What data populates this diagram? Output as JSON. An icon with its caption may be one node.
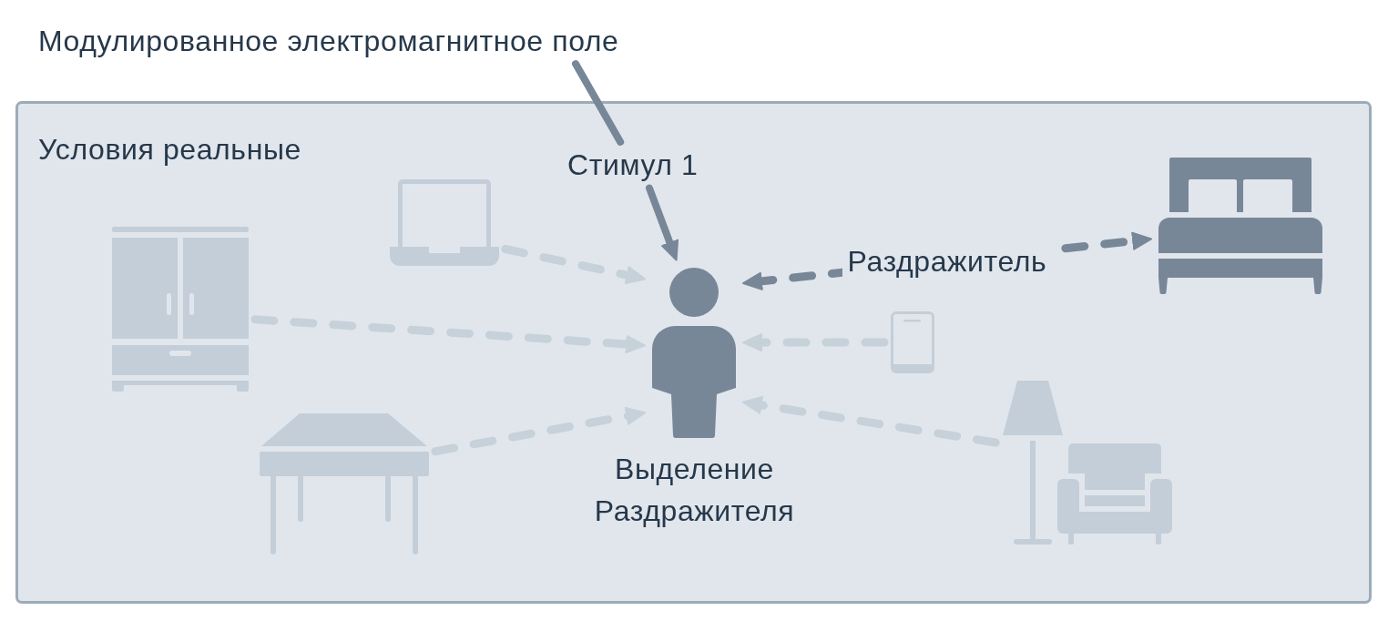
{
  "diagram": {
    "nodes": [
      {
        "text": [
          "Модулированное электромагнитное поле"
        ]
      },
      {
        "text": [
          "Условия реальные"
        ]
      },
      {
        "text": [
          "Стимул 1"
        ],
        "in": 1
      },
      {
        "text": [],
        "shape": "picture",
        "in": 1
      },
      {
        "text": [],
        "shape": "picture",
        "in": 1
      },
      {
        "text": [],
        "shape": "person",
        "beside": [
          "Выделение Раздражителя"
        ],
        "in": 1
      },
      {
        "text": [],
        "shape": "picture",
        "in": 1
      },
      {
        "text": [],
        "shape": "picture",
        "in": 1
      },
      {
        "text": [],
        "shape": "picture",
        "in": 1
      },
      {
        "text": [],
        "shape": "picture",
        "in": 1
      }
    ],
    "edges": [
      {
        "from": 0,
        "to": 2,
        "arrow": "none",
        "color": "#788797"
      },
      {
        "from": 2,
        "to": 5,
        "arrow": "to",
        "color": "#788797"
      },
      {
        "from": 3,
        "to": 5,
        "arrow": "to",
        "style": "dashed"
      },
      {
        "from": 4,
        "to": 5,
        "arrow": "to",
        "style": "dashed"
      },
      {
        "from": 5,
        "to": 6,
        "arrow": "both",
        "label": "Раздражитель",
        "style": "dashed",
        "color": "#788797"
      },
      {
        "from": 7,
        "to": 5,
        "arrow": "to",
        "style": "dashed"
      },
      {
        "from": 8,
        "to": 5,
        "arrow": "to",
        "style": "dashed"
      },
      {
        "from": 9,
        "to": 5,
        "arrow": "to",
        "style": "dashed"
      }
    ]
  }
}
